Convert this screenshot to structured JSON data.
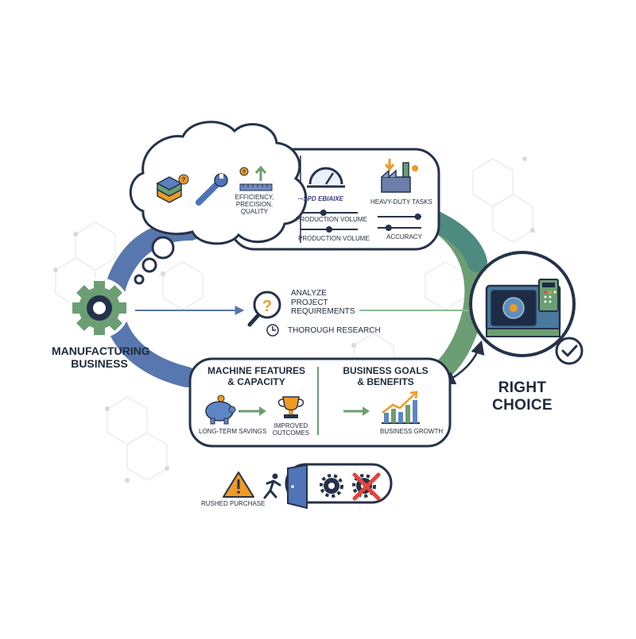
{
  "business": {
    "line1": "MANUFACTURING",
    "line2": "BUSINESS"
  },
  "thought": {
    "efficiency": {
      "line1": "EFFICIENCY,",
      "line2": "PRECISION,",
      "line3": "QUALITY"
    },
    "garbled": "·~SPD EBIAIXE"
  },
  "specs": {
    "production_volume_top": "PRODUCTION VOLUME",
    "production_volume_bottom": "PRODUCTION VOLUME",
    "heavy_duty": "HEAVY-DUTY TASKS",
    "accuracy": "ACCURACY",
    "slider_levels": {
      "production_volume_top": 0.4,
      "production_volume_bottom": 0.5,
      "heavy_duty": 0.92,
      "accuracy": 0.25
    }
  },
  "analyze": {
    "line1": "ANALYZE",
    "line2": "PROJECT",
    "line3": "REQUIREMENTS",
    "research": "THOROUGH RESEARCH"
  },
  "choice": {
    "line1": "RIGHT",
    "line2": "CHOICE"
  },
  "features": {
    "heading1": "MACHINE FEATURES",
    "heading2": "& CAPACITY",
    "savings": "LONG-TERM SAVINGS",
    "outcomes1": "IMPROVED",
    "outcomes2": "OUTCOMES"
  },
  "goals": {
    "heading1": "BUSINESS GOALS",
    "heading2": "& BENEFITS",
    "growth": "BUSINESS GROWTH"
  },
  "rushed": "RUSHED PURCHASE",
  "colors": {
    "navy": "#25324a",
    "blue": "#5877ae",
    "green": "#6c9e73",
    "teal": "#4f8a80",
    "orange": "#ef9a23",
    "red": "#e0473c"
  }
}
